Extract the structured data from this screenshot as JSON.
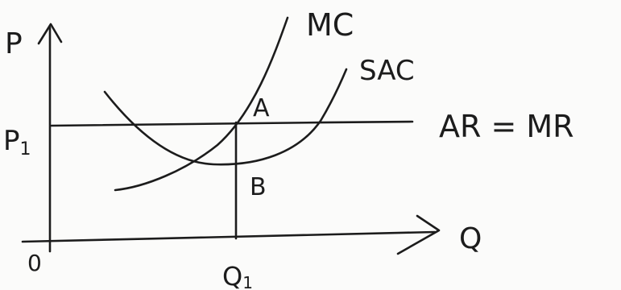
{
  "axes": {
    "y_label": "P",
    "x_label": "Q",
    "origin_label": "0"
  },
  "curves": {
    "mc_label": "MC",
    "sac_label": "SAC",
    "demand_label": "AR = MR"
  },
  "levels": {
    "price_label": "P",
    "price_subscript": "1",
    "quantity_label": "Q",
    "quantity_subscript": "1"
  },
  "points": {
    "a_label": "A",
    "b_label": "B"
  },
  "colors": {
    "ink": "#1c1c1c",
    "paper": "#fbfbfa"
  }
}
